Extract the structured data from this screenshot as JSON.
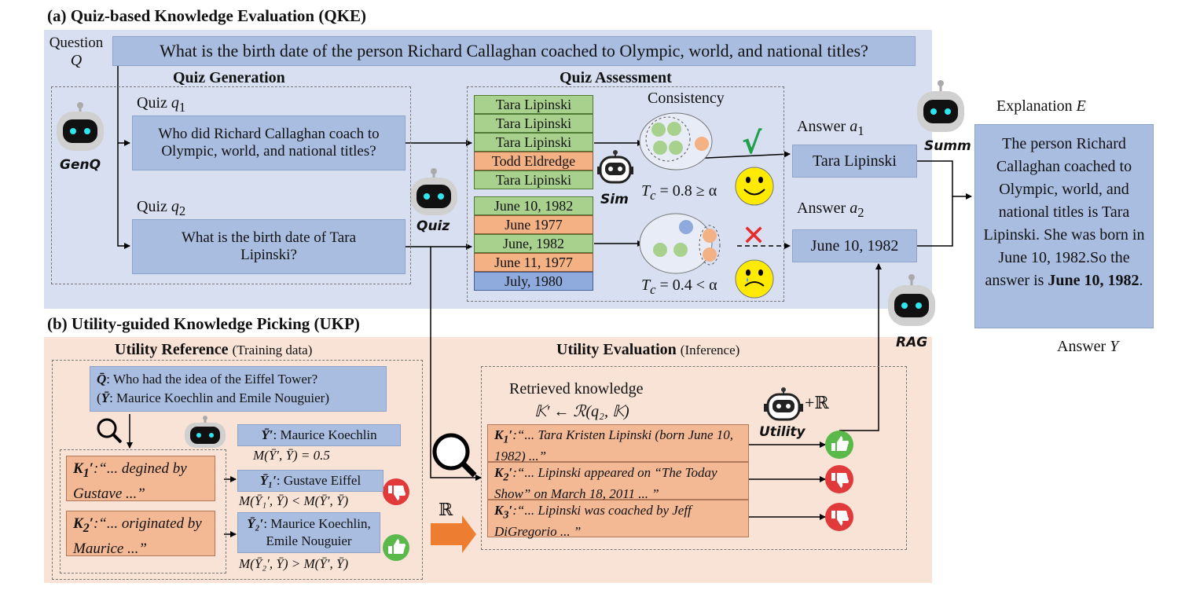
{
  "qke": {
    "title": "(a) Quiz-based Knowledge Evaluation (QKE)",
    "question_label": "Question",
    "question_symbol": "Q",
    "question_text": "What is the birth date of the person Richard Callaghan coached to Olympic, world, and national titles?",
    "quiz_generation_title": "Quiz Generation",
    "quiz_assessment_title": "Quiz Assessment",
    "genq_label": "GenQ",
    "quiz_label": "Quiz",
    "sim_label": "Sim",
    "summ_label": "Summ",
    "rag_label": "RAG",
    "quiz1": {
      "label": "Quiz",
      "symbol": "q",
      "sub": "1",
      "text": "Who did Richard Callaghan coach to Olympic, world, and national titles?"
    },
    "quiz2": {
      "label": "Quiz",
      "symbol": "q",
      "sub": "2",
      "text": "What is the birth date of Tara Lipinski?"
    },
    "answers1": [
      "Tara Lipinski",
      "Tara Lipinski",
      "Tara Lipinski",
      "Todd Eldredge",
      "Tara Lipinski"
    ],
    "answers2": [
      "June 10, 1982",
      "June 1977",
      "June, 1982",
      "June 11, 1977",
      "July, 1980"
    ],
    "consistency_label": "Consistency",
    "tc1": "T",
    "tc1_rest": " = 0.8 ≥ α",
    "tc2_rest": " = 0.4 < α",
    "tc_sub": "c",
    "answer1": {
      "label": "Answer",
      "symbol": "a",
      "sub": "1",
      "value": "Tara Lipinski"
    },
    "answer2": {
      "label": "Answer",
      "symbol": "a",
      "sub": "2",
      "value": "June 10, 1982"
    },
    "explanation_label": "Explanation",
    "explanation_symbol": "E",
    "explanation_text": "The person Richard Callaghan coached to Olympic, world, and national titles is Tara Lipinski. She was born in June 10, 1982.So the answer is ",
    "explanation_bold": "June 10, 1982",
    "explanation_end": ".",
    "answer_y_label": "Answer",
    "answer_y_symbol": "Y",
    "check_mark": "√",
    "cross_mark": "✕",
    "colors": {
      "panel_a": "#d7dff0",
      "panel_b": "#f8e3d6",
      "green": "#a9d18e",
      "orange": "#f4b183",
      "blue": "#8faadc",
      "check": "#1ea14a",
      "cross": "#e32c2c"
    }
  },
  "ukp": {
    "title": "(b) Utility-guided Knowledge Picking (UKP)",
    "utility_reference_title": "Utility Reference",
    "utility_reference_sub": "(Training data)",
    "utility_evaluation_title": "Utility Evaluation",
    "utility_evaluation_sub": "(Inference)",
    "q_bar_text": ": Who had the idea of the Eiffel Tower?",
    "y_bar_text": ": Maurice Koechlin and Emile Nouguier)",
    "k1_bar": {
      "label": "K",
      "sub": "1",
      "text": ":“... degined by Gustave ...”"
    },
    "k2_bar": {
      "label": "K",
      "sub": "2",
      "text": ":“... originated by Maurice ...”"
    },
    "y_prime": ": Maurice Koechlin",
    "m_eq": "M(Ȳ′, Ȳ) = 0.5",
    "y1_prime": ": Gustave Eiffel",
    "m_less": "M(Ȳ₁′, Ȳ) < M(Ȳ′, Ȳ)",
    "y2_prime": ": Maurice Koechlin, Emile Nouguier",
    "m_greater": "M(Ȳ₂′, Ȳ) > M(Ȳ′, Ȳ)",
    "r_symbol": "ℝ",
    "retrieved_label": "Retrieved knowledge",
    "retrieved_formula": "𝕂′ ← ℛ(q₂, 𝕂)",
    "utility_label": "Utility",
    "utility_plus": "+ℝ",
    "k1": {
      "label": "K",
      "sub": "1",
      "text": ":“... Tara Kristen Lipinski (born June 10, 1982) ...”"
    },
    "k2": {
      "label": "K",
      "sub": "2",
      "text": ":“... Lipinski appeared on “The Today Show” on March 18, 2011 ... ”"
    },
    "k3": {
      "label": "K",
      "sub": "3",
      "text": ":“... Lipinski was coached by Jeff DiGregorio ... ”"
    }
  }
}
